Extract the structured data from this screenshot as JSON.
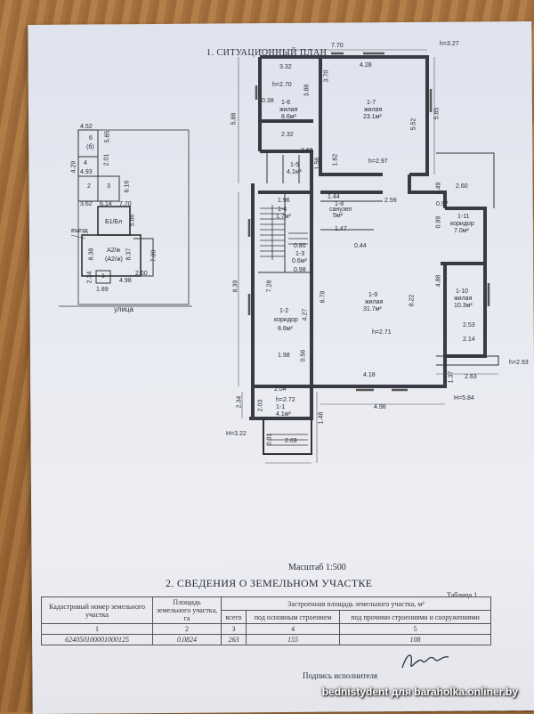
{
  "plan": {
    "heading": "1. СИТУАЦИОННЫЙ ПЛАН",
    "rooms": [
      {
        "code": "1-6",
        "name": "жилая",
        "area": "8.6м²"
      },
      {
        "code": "1-7",
        "name": "жилая",
        "area": "23.1м²"
      },
      {
        "code": "1-5",
        "name": "",
        "area": "4.1м²"
      },
      {
        "code": "1-4",
        "name": "",
        "area": "1.7м²"
      },
      {
        "code": "1-8",
        "name": "санузел",
        "area": "5м²"
      },
      {
        "code": "1-3",
        "name": "",
        "area": "0.6м²"
      },
      {
        "code": "1-11",
        "name": "коридор",
        "area": "7.0м²"
      },
      {
        "code": "1-2",
        "name": "коридор",
        "area": "8.6м²"
      },
      {
        "code": "1-9",
        "name": "жилая",
        "area": "31.7м²"
      },
      {
        "code": "1-10",
        "name": "жилая",
        "area": "10.3м²"
      },
      {
        "code": "1-1",
        "name": "",
        "area": "4.1м²"
      }
    ],
    "heights": [
      "h=2.70",
      "h=2.97",
      "h=2.71",
      "h=2.72",
      "h=3.27",
      "h=2.93",
      "H=5.84",
      "H=3.22"
    ],
    "dims": [
      "7.70",
      "4.28",
      "3.32",
      "3.70",
      "0.38",
      "3.88",
      "5.88",
      "2.32",
      "2.66",
      "1.56",
      "1.62",
      "5.52",
      "5.85",
      "1.96",
      "1.44",
      "2.59",
      "1.47",
      "0.44",
      "0.80",
      "0.98",
      "7.28",
      "4.27",
      "1.98",
      "0.56",
      "6.78",
      "8.22",
      "2.60",
      "1.49",
      "0.97",
      "0.99",
      "4.88",
      "2.53",
      "2.14",
      "1.37",
      "2.63",
      "4.18",
      "4.98",
      "2.04",
      "2.03",
      "1.48",
      "2.34",
      "0.31",
      "2.69",
      "8.39"
    ],
    "site": {
      "labels": [
        "6",
        "(б)",
        "4",
        "4.93",
        "2",
        "3",
        "Б1/Бл",
        "А2/ж",
        "(А2/ж)",
        "1"
      ],
      "dims": [
        "4.52",
        "5.85",
        "4.29",
        "2.01",
        "3.62",
        "6.14",
        "7.70",
        "6.16",
        "5.86",
        "8.37",
        "7.00",
        "2.60",
        "4.98",
        "2.34",
        "1.89",
        "8.38"
      ],
      "street": "улица",
      "entry": "въезд"
    }
  },
  "scale": "Масштаб 1:500",
  "section2": "2. СВЕДЕНИЯ О ЗЕМЕЛЬНОМ УЧАСТКЕ",
  "table_title": "Таблица 1",
  "table": {
    "h1": "Кадастровый номер земельного участка",
    "h2": "Площадь земельного участка, га",
    "h3": "Застроенная площадь земельного участка, м²",
    "h3a": "всего",
    "h3b": "под основным строением",
    "h3c": "под прочими строениями и сооружениями",
    "nums": [
      "1",
      "2",
      "3",
      "4",
      "5"
    ],
    "row": [
      "624050100001000125",
      "0.0824",
      "263",
      "155",
      "108"
    ]
  },
  "signature_label": "Подпись исполнителя",
  "watermark": "bednistydent для baraholka.onliner.by"
}
